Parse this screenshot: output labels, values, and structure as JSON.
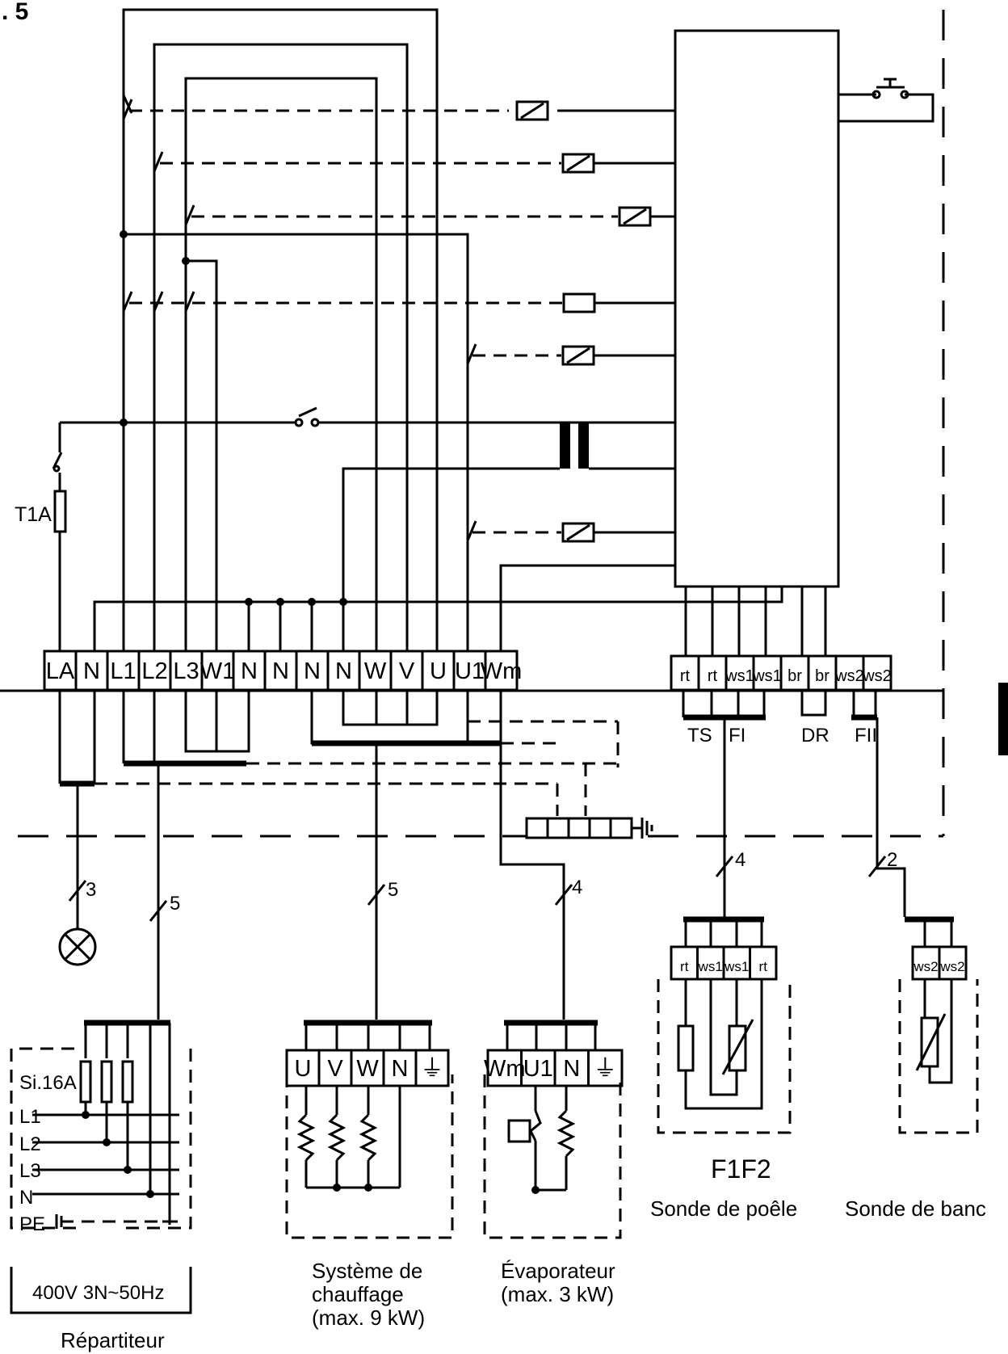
{
  "figure_label": ". 5",
  "controller_fuse_label": "T1A",
  "main_terminals": [
    "LA",
    "N",
    "L1",
    "L2",
    "L3",
    "W1",
    "N",
    "N",
    "N",
    "N",
    "W",
    "V",
    "U",
    "U1",
    "Wm"
  ],
  "sensor_terminals": [
    "rt",
    "rt",
    "ws1",
    "ws1",
    "br",
    "br",
    "ws2",
    "ws2"
  ],
  "sensor_groups": {
    "ts": "TS",
    "fi": "FI",
    "dr": "DR",
    "fii": "FII"
  },
  "cable_counts": {
    "lamp": "3",
    "supply": "5",
    "heater": "5",
    "evaporator": "4",
    "oven_sensor": "4",
    "bench_sensor": "2"
  },
  "distributor": {
    "fuse_label": "Si.16A",
    "lines": [
      "L1",
      "L2",
      "L3",
      "N",
      "PE"
    ],
    "voltage": "400V 3N~50Hz",
    "caption": "Répartiteur"
  },
  "heater": {
    "terminals": [
      "U",
      "V",
      "W",
      "N"
    ],
    "caption_line1": "Système de",
    "caption_line2": "chauffage",
    "caption_line3": "(max. 9 kW)"
  },
  "evaporator": {
    "terminals": [
      "Wm",
      "U1",
      "N"
    ],
    "caption_line1": "Évaporateur",
    "caption_line2": "(max. 3 kW)"
  },
  "oven_sensor": {
    "terminals": [
      "rt",
      "ws1",
      "ws1",
      "rt"
    ],
    "heading": "F1F2",
    "caption": "Sonde de poêle"
  },
  "bench_sensor": {
    "terminals": [
      "ws2",
      "ws2"
    ],
    "caption": "Sonde de banc"
  }
}
